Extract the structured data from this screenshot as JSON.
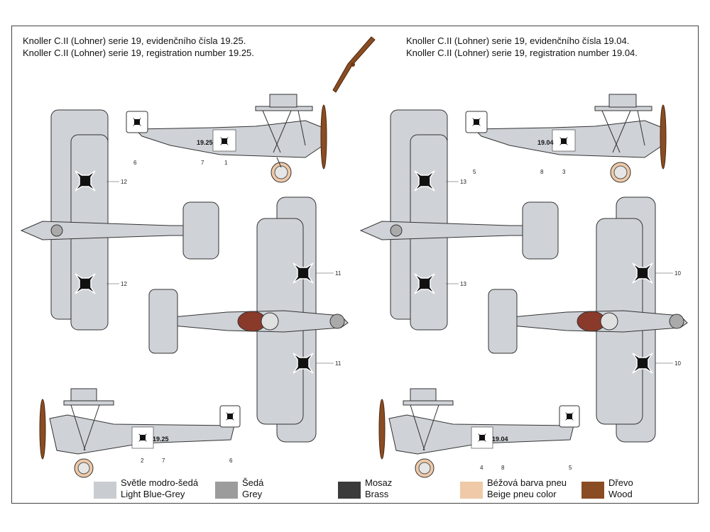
{
  "captions": {
    "left_cz": "Knoller C.II (Lohner) serie 19, evidenčního čísla 19.25.",
    "left_en": "Knoller C.II (Lohner) serie 19, registration number 19.25.",
    "right_cz": "Knoller C.II (Lohner) serie 19, evidenčního čísla 19.04.",
    "right_en": "Knoller C.II (Lohner) serie 19, registration number 19.04."
  },
  "aircraft": {
    "left_serial": "19.25",
    "right_serial": "19.04"
  },
  "callouts": {
    "left": {
      "tail_top": "6",
      "fuselage_mid": "7",
      "fuselage_cross": "1",
      "upper_wing_a": "12",
      "upper_wing_b": "12",
      "lower_wing_a": "11",
      "lower_wing_b": "11",
      "bottom_a": "2",
      "bottom_b": "7",
      "bottom_tail": "6"
    },
    "right": {
      "tail_top": "5",
      "fuselage_mid": "8",
      "fuselage_cross": "3",
      "upper_wing_a": "13",
      "upper_wing_b": "13",
      "lower_wing_a": "10",
      "lower_wing_b": "10",
      "bottom_a": "4",
      "bottom_b": "8",
      "bottom_tail": "5"
    }
  },
  "legend": [
    {
      "cz": "Světle modro-šedá",
      "en": "Light Blue-Grey",
      "color": "#c9ccd1"
    },
    {
      "cz": "Šedá",
      "en": "Grey",
      "color": "#9c9c9c"
    },
    {
      "cz": "Mosaz",
      "en": "Brass",
      "color": "#3b3b3b"
    },
    {
      "cz": "Béžová barva pneu",
      "en": "Beige pneu color",
      "color": "#efc9a8"
    },
    {
      "cz": "Dřevo",
      "en": "Wood",
      "color": "#8a4c22"
    }
  ],
  "colors": {
    "airframe": "#cfd2d7",
    "outline": "#333333",
    "cross": "#111111",
    "wood": "#8a4c22"
  }
}
